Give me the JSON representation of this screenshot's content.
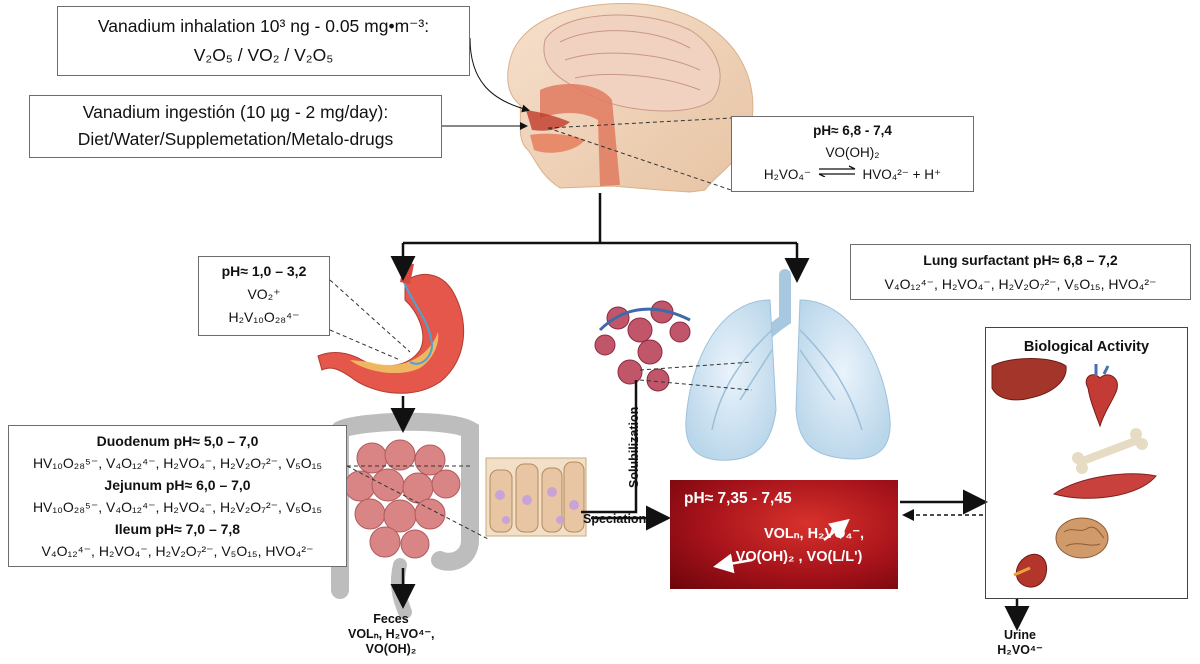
{
  "inhalation": {
    "line1": "Vanadium inhalation 10³ ng - 0.05 mg•m⁻³:",
    "line2": "V₂O₅ / VO₂ / V₂O₅"
  },
  "ingestion": {
    "line1": "Vanadium ingestión (10 µg - 2 mg/day):",
    "line2": "Diet/Water/Supplemetation/Metalo-drugs"
  },
  "mouth": {
    "ph": "pH≈ 6,8 - 7,4",
    "species1": "VO(OH)₂",
    "eq_left": "H₂VO₄⁻",
    "eq_right": "HVO₄²⁻ + H⁺"
  },
  "stomach": {
    "ph": "pH≈ 1,0 – 3,2",
    "species1": "VO₂⁺",
    "species2": "H₂V₁₀O₂₈⁴⁻"
  },
  "lung": {
    "ph": "Lung  surfactant pH≈ 6,8 – 7,2",
    "species": "V₄O₁₂⁴⁻, H₂VO₄⁻, H₂V₂O₇²⁻, V₅O₁₅, HVO₄²⁻"
  },
  "intestine": {
    "duodenum_ph": "Duodenum pH≈ 5,0 – 7,0",
    "duodenum_species": "HV₁₀O₂₈⁵⁻, V₄O₁₂⁴⁻, H₂VO₄⁻, H₂V₂O₇²⁻, V₅O₁₅",
    "jejunum_ph": "Jejunum pH≈ 6,0 – 7,0",
    "jejunum_species": "HV₁₀O₂₈⁵⁻, V₄O₁₂⁴⁻, H₂VO₄⁻, H₂V₂O₇²⁻, V₅O₁₅",
    "ileum_ph": "Ileum pH≈ 7,0 – 7,8",
    "ileum_species": "V₄O₁₂⁴⁻, H₂VO₄⁻, H₂V₂O₇²⁻, V₅O₁₅, HVO₄²⁻"
  },
  "blood": {
    "ph": "pH≈ 7,35 - 7,45",
    "species1": "VOLₙ, H₂VO₄⁻,",
    "species2": "VO(OH)₂ , VO(L/L')"
  },
  "labels": {
    "solubilization": "Solubilization",
    "speciation": "Speciation"
  },
  "feces": {
    "title": "Feces",
    "line1": "VOLₙ, H₂VO⁴⁻,",
    "line2": "VO(OH)₂"
  },
  "biological": {
    "title": "Biological Activity"
  },
  "urine": {
    "title": "Urine",
    "line1": "H₂VO⁴⁻"
  }
}
